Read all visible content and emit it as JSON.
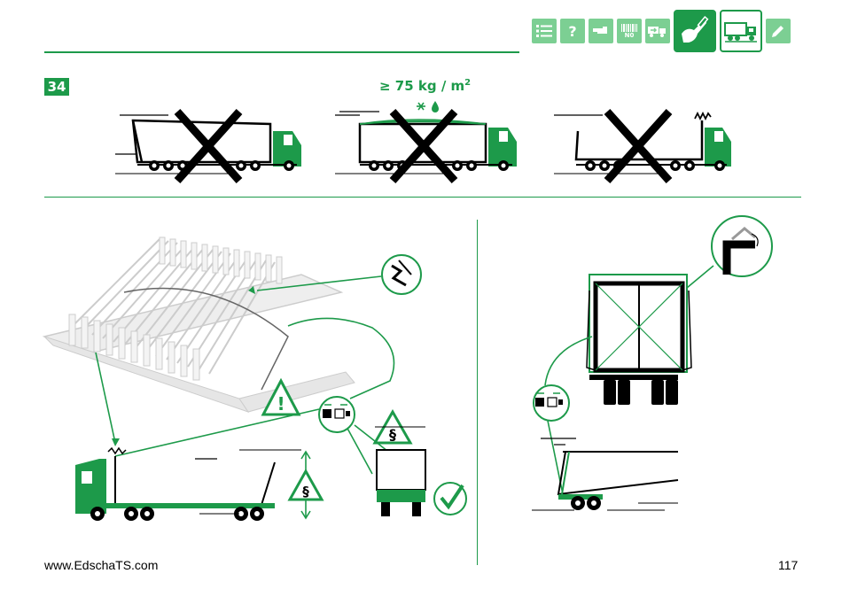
{
  "header": {
    "toolbar": [
      {
        "name": "list-icon",
        "label": ""
      },
      {
        "name": "question-icon",
        "label": "?"
      },
      {
        "name": "hand-pointer-icon",
        "label": ""
      },
      {
        "name": "barcode-number-icon",
        "label": "N0"
      },
      {
        "name": "truck-arrow-icon",
        "label": ""
      },
      {
        "name": "hand-tool-icon",
        "label": "",
        "active": true
      },
      {
        "name": "truck-icon",
        "label": "",
        "outlined": true
      },
      {
        "name": "pencil-icon",
        "label": ""
      }
    ],
    "accent_color": "#1d9a4a",
    "light_color": "#7ccf93"
  },
  "section": {
    "number": "34",
    "load_label": "≥ 75 kg / m",
    "load_superscript": "2"
  },
  "symbols": {
    "paragraph": "§",
    "warning": "!"
  },
  "footer": {
    "website": "www.EdschaTS.com",
    "page_number": "117"
  }
}
